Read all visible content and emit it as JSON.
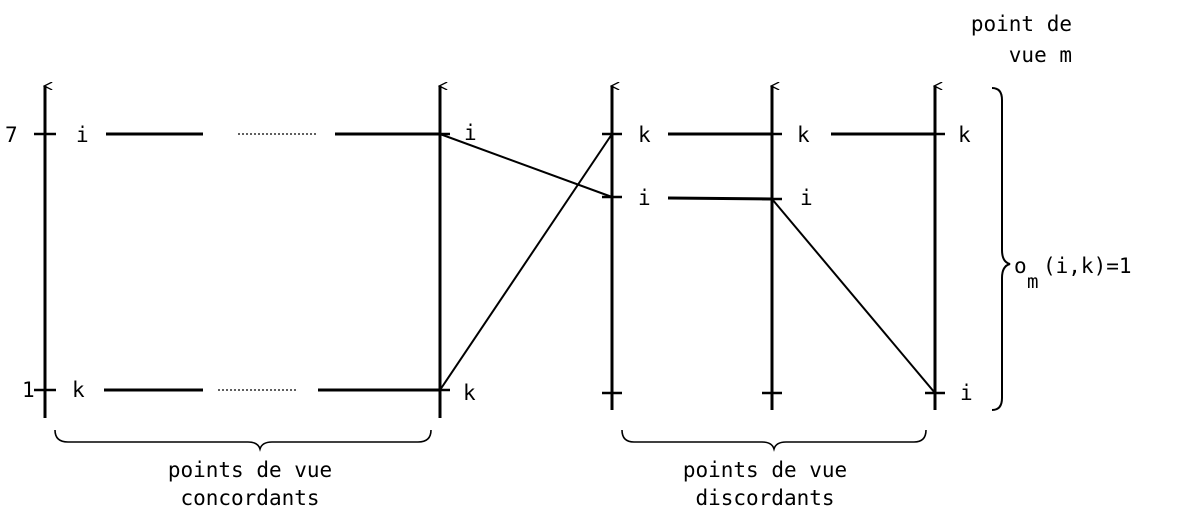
{
  "diagram": {
    "header_line1": "point de",
    "header_line2": "vue m",
    "scale_top": "7",
    "scale_bottom": "1",
    "axis_labels": {
      "a1_top": "i",
      "a1_bottom": "k",
      "a2_top": "i",
      "a2_bottom": "k",
      "a3_top": "k",
      "a3_mid": "i",
      "a4_top": "k",
      "a4_mid": "i",
      "a5_top": "k",
      "a5_bottom": "i"
    },
    "brace_right_label_prefix": "o",
    "brace_right_label_sub": "m",
    "brace_right_label_suffix": "(i,k)=1",
    "caption_left_line1": "points de vue",
    "caption_left_line2": "concordants",
    "caption_right_line1": "points de vue",
    "caption_right_line2": "discordants"
  }
}
